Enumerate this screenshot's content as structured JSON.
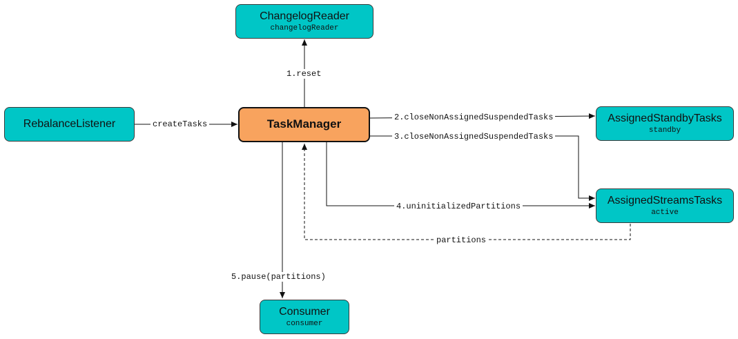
{
  "nodes": {
    "changelog_reader": {
      "title": "ChangelogReader",
      "sub": "changelogReader"
    },
    "rebalance_listener": {
      "title": "RebalanceListener"
    },
    "task_manager": {
      "title": "TaskManager"
    },
    "assigned_standby_tasks": {
      "title": "AssignedStandbyTasks",
      "sub": "standby"
    },
    "assigned_streams_tasks": {
      "title": "AssignedStreamsTasks",
      "sub": "active"
    },
    "consumer": {
      "title": "Consumer",
      "sub": "consumer"
    }
  },
  "edges": {
    "reset": "1.reset",
    "create_tasks": "createTasks",
    "close_standby": "2.closeNonAssignedSuspendedTasks",
    "close_active": "3.closeNonAssignedSuspendedTasks",
    "uninitialized_partitions": "4.uninitializedPartitions",
    "partitions": "partitions",
    "pause": "5.pause(partitions)"
  },
  "colors": {
    "node_fill": "#00c6c6",
    "main_fill": "#f8a35e",
    "line": "#111111"
  }
}
